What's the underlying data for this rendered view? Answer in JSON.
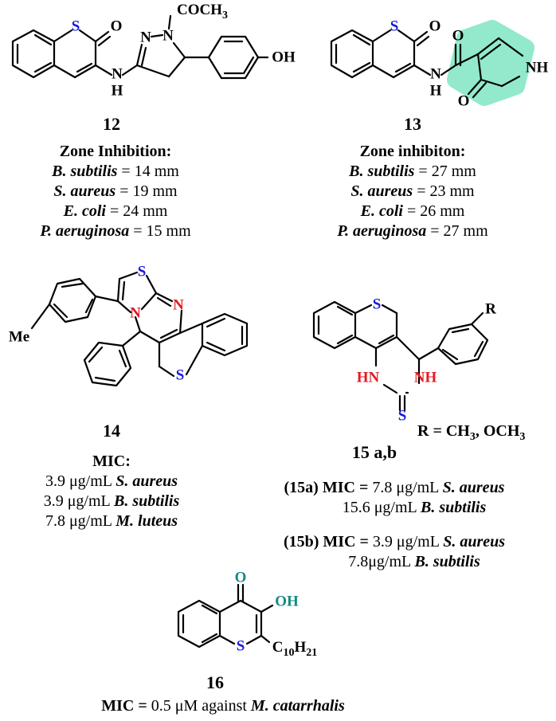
{
  "colors": {
    "sulfur": "#1a1adc",
    "nitrogen": "#e01b24",
    "oxygen_hl": "#148a80",
    "highlight": "#7fe6c4"
  },
  "compounds": {
    "c12": {
      "label": "12",
      "atoms": {
        "s": "S",
        "o": "O",
        "n1": "N",
        "n2": "N",
        "nh_n": "N",
        "nh_h": "H",
        "acyl": "COCH",
        "acyl_sub": "3",
        "oh": "OH"
      },
      "heading": "Zone Inhibition:",
      "rows": [
        {
          "organism": "B. subtilis",
          "value": " = 14 mm"
        },
        {
          "organism": "S. aureus",
          "value": " = 19 mm"
        },
        {
          "organism": "E. coli",
          "value": " = 24 mm"
        },
        {
          "organism": "P.  aeruginosa",
          "value": " = 15 mm"
        }
      ]
    },
    "c13": {
      "label": "13",
      "atoms": {
        "s": "S",
        "o1": "O",
        "o2": "O",
        "o3": "O",
        "nh_n": "N",
        "nh_h": "H",
        "ring_nh": "NH"
      },
      "heading": "Zone inhibiton:",
      "rows": [
        {
          "organism": "B. subtilis",
          "value": " = 27 mm"
        },
        {
          "organism": "S. aureus",
          "value": " = 23 mm"
        },
        {
          "organism": "E. coli",
          "value": " = 26 mm"
        },
        {
          "organism": "P.  aeruginosa",
          "value": " = 27 mm"
        }
      ]
    },
    "c14": {
      "label": "14",
      "atoms": {
        "s1": "S",
        "s2": "S",
        "n1": "N",
        "n2": "N",
        "me": "Me"
      },
      "heading": "MIC:",
      "rows": [
        {
          "value": "3.9 μg/mL ",
          "organism": "S. aureus"
        },
        {
          "value": "3.9 μg/mL ",
          "organism": "B. subtilis"
        },
        {
          "value": "7.8 μg/mL ",
          "organism": "M. luteus"
        }
      ]
    },
    "c15": {
      "label": "15 a,b",
      "atoms": {
        "s": "S",
        "r": "R",
        "hn": "HN",
        "nh": "NH",
        "thio": "S"
      },
      "r_def": "R = CH",
      "r_def_sub": "3",
      "r_def_2": ", OCH",
      "r_def_sub2": "3",
      "a": {
        "tag": "(15a) MIC =",
        "line1_value": " 7.8 μg/mL ",
        "line1_org": "S. aureus",
        "line2_value": "15.6 μg/mL ",
        "line2_org": "B. subtilis"
      },
      "b": {
        "tag": "(15b) MIC =",
        "line1_value": " 3.9 μg/mL ",
        "line1_org": "S. aureus",
        "line2_value": "7.8μg/mL ",
        "line2_org": "B. subtilis"
      }
    },
    "c16": {
      "label": "16",
      "atoms": {
        "s": "S",
        "o": "O",
        "oh": "OH",
        "chain": "C",
        "chain_sub1": "10",
        "chain_h": "H",
        "chain_sub2": "21"
      },
      "tag": "MIC =",
      "value": " 0.5 μM against ",
      "organism": "M. catarrhalis"
    }
  }
}
